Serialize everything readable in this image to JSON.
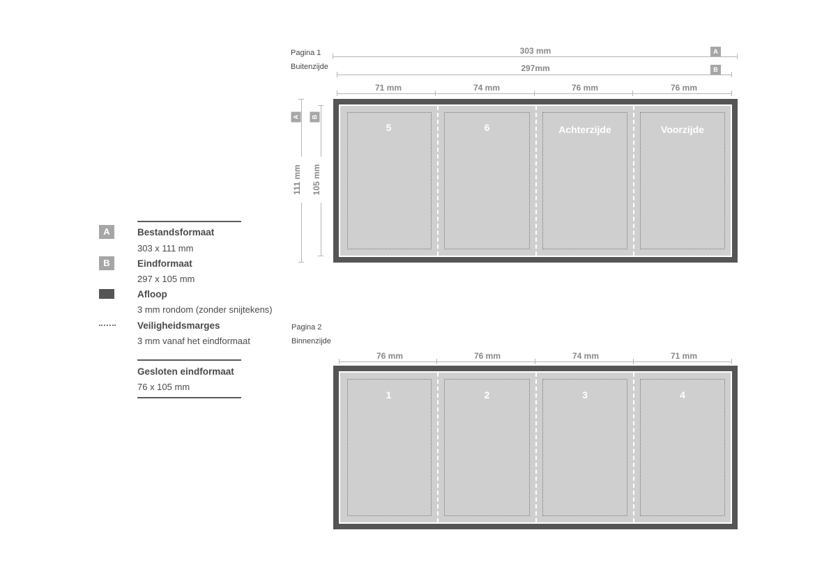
{
  "legend": {
    "a_badge": "A",
    "b_badge": "B",
    "file_format_title": "Bestandsformaat",
    "file_format_value": "303 x 111 mm",
    "final_format_title": "Eindformaat",
    "final_format_value": "297 x 105 mm",
    "bleed_title": "Afloop",
    "bleed_value": "3 mm rondom (zonder snijtekens)",
    "safety_title": "Veiligheidsmarges",
    "safety_value": "3 mm vanaf het eindformaat",
    "closed_title": "Gesloten eindformaat",
    "closed_value": "76 x 105 mm"
  },
  "page1": {
    "label": "Pagina 1",
    "sublabel": "Buitenzijde",
    "width_a": "303 mm",
    "width_b": "297mm",
    "height_a": "111 mm",
    "height_b": "105 mm",
    "badge_a": "A",
    "badge_b": "B",
    "panel_widths": [
      "71 mm",
      "74 mm",
      "76 mm",
      "76 mm"
    ],
    "panel_labels": [
      "5",
      "6",
      "Achterzijde",
      "Voorzijde"
    ]
  },
  "page2": {
    "label": "Pagina 2",
    "sublabel": "Binnenzijde",
    "panel_widths": [
      "76 mm",
      "76 mm",
      "74  mm",
      "71 mm"
    ],
    "panel_labels": [
      "1",
      "2",
      "3",
      "4"
    ]
  },
  "colors": {
    "bleed": "#555555",
    "paper": "#cfcfcf",
    "badge": "#a6a6a6",
    "dimension": "#b5b5b5"
  }
}
